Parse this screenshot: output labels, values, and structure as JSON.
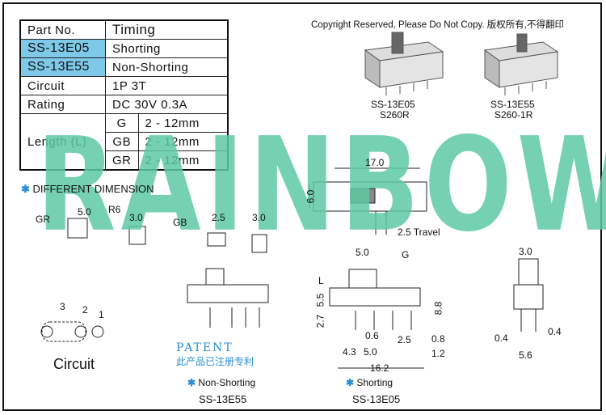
{
  "table": {
    "header": [
      "Part No.",
      "Timing"
    ],
    "rows": [
      {
        "label": "SS-13E05",
        "value": "Shorting"
      },
      {
        "label": "SS-13E55",
        "value": "Non-Shorting"
      },
      {
        "label": "Circuit",
        "value": "1P 3T"
      },
      {
        "label": "Rating",
        "value": "DC 30V 0.3A"
      }
    ],
    "length_label": "Length (L)",
    "length_rows": [
      {
        "code": "G",
        "value": "2 - 12mm"
      },
      {
        "code": "GB",
        "value": "2 - 12mm"
      },
      {
        "code": "GR",
        "value": "2 - 12mm"
      }
    ]
  },
  "copyright": "Copyright Reserved, Please Do Not Copy. 版权所有,不得翻印",
  "watermark": "RAINBOW",
  "products": [
    {
      "part": "SS-13E05",
      "model": "S260R"
    },
    {
      "part": "SS-13E55",
      "model": "S260-1R"
    }
  ],
  "different_dimension": "DIFFERENT DIMENSION",
  "dims": {
    "gr": "GR",
    "r6": "R6",
    "d50a": "5.0",
    "d30a": "3.0",
    "gb": "GB",
    "d25": "2.5",
    "d30b": "3.0",
    "d170": "17.0",
    "d60": "6.0",
    "travel": "2.5 Travel",
    "d50b": "5.0",
    "g": "G",
    "l": "L",
    "d55": "5.5",
    "d27": "2.7",
    "d88": "8.8",
    "d06": "0.6",
    "d43": "4.3",
    "d50c": "5.0",
    "d25b": "2.5",
    "d08": "0.8",
    "d12": "1.2",
    "d162": "16.2",
    "d30c": "3.0",
    "d04a": "0.4",
    "d04b": "0.4",
    "d56": "5.6",
    "c3": "3",
    "c2": "2",
    "c1": "1"
  },
  "circuit_label": "Circuit",
  "patent": "PATENT",
  "patent_cn": "此产品已注册专利",
  "non_shorting": "Non-Shorting",
  "non_shorting_part": "SS-13E55",
  "shorting": "Shorting",
  "shorting_part": "SS-13E05"
}
